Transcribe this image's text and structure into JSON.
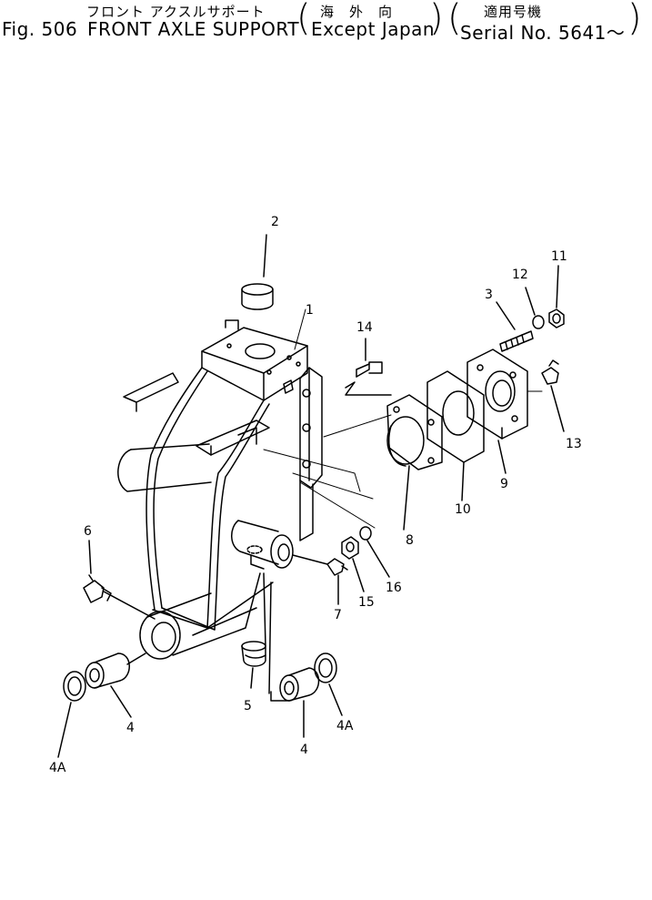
{
  "header": {
    "japanese_title": "フロント アクスルサポート",
    "fig_number": "Fig. 506",
    "english_title": "FRONT AXLE SUPPORT",
    "region_jp": "海　外　向",
    "region_en": "Except Japan",
    "serial_jp": "適用号機",
    "serial_en": "Serial No. 5641～"
  },
  "part_labels": {
    "p1": "1",
    "p2": "2",
    "p3": "3",
    "p4a": "4",
    "p4b": "4",
    "p4A_left": "4A",
    "p4A_right": "4A",
    "p5": "5",
    "p6": "6",
    "p7": "7",
    "p8": "8",
    "p9": "9",
    "p10": "10",
    "p11": "11",
    "p12": "12",
    "p13": "13",
    "p14": "14",
    "p15": "15",
    "p16": "16"
  },
  "colors": {
    "ink": "#000000",
    "paper": "#ffffff"
  }
}
